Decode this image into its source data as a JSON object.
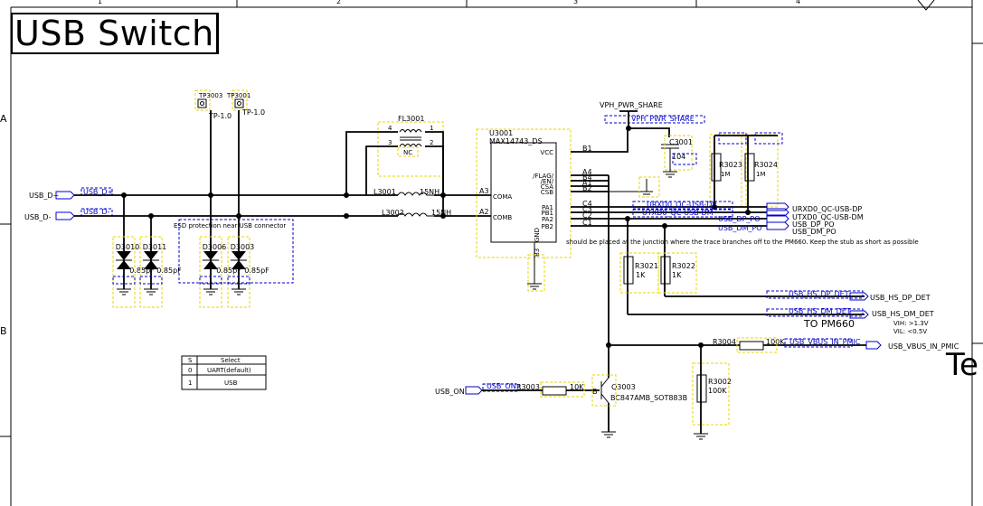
{
  "sheet": {
    "title": "USB Switch",
    "zone_numbers": [
      "1",
      "2",
      "3",
      "4"
    ],
    "zone_letters": [
      "A",
      "B"
    ],
    "title_block_fragment": "Te"
  },
  "test_points": [
    {
      "ref": "TP3003",
      "value": "TP-1.0"
    },
    {
      "ref": "TP3001",
      "value": "TP-1.0"
    }
  ],
  "filter": {
    "ref": "FL3001",
    "pins": [
      "4",
      "1",
      "3",
      "2"
    ],
    "nc_label": "NC"
  },
  "inductors": [
    {
      "ref": "L3001",
      "value": "15NH"
    },
    {
      "ref": "L3002",
      "value": "15NH"
    }
  ],
  "esd_note": "ESD protection near USB connector",
  "esd_diodes": [
    {
      "ref": "D3010",
      "value": "0.85pF"
    },
    {
      "ref": "D3011",
      "value": "0.85pF"
    },
    {
      "ref": "D3006",
      "value": "0.85pF"
    },
    {
      "ref": "D3003",
      "value": "0.85pF"
    }
  ],
  "inputs": [
    {
      "net": "USB_D+",
      "wire_label": "USB_D+"
    },
    {
      "net": "USB_D-",
      "wire_label": "USB_D-"
    }
  ],
  "switch_ic": {
    "ref": "U3001",
    "part": "MAX14743_DS",
    "left_pins": [
      {
        "num": "A3",
        "name": "COMA"
      },
      {
        "num": "A2",
        "name": "COMB"
      }
    ],
    "right_pins": [
      {
        "num": "B1",
        "name": "VCC"
      },
      {
        "num": "A4",
        "name": "/FLAG/"
      },
      {
        "num": "B4",
        "name": "/EN/"
      },
      {
        "num": "A1",
        "name": "CSA"
      },
      {
        "num": "B2",
        "name": "CSB"
      },
      {
        "num": "C4",
        "name": "PA1"
      },
      {
        "num": "C3",
        "name": "PB1"
      },
      {
        "num": "C2",
        "name": "PA2"
      },
      {
        "num": "C1",
        "name": "PB2"
      }
    ],
    "gnd_pin": {
      "num": "B3",
      "name": "GND"
    }
  },
  "power": {
    "net": "VPH_PWR_SHARE",
    "wire_label": "VPH_PWR_SHARE"
  },
  "capacitor": {
    "ref": "C3001",
    "value": "104"
  },
  "resistors": [
    {
      "ref": "R3023",
      "value": "1M"
    },
    {
      "ref": "R3024",
      "value": "1M"
    },
    {
      "ref": "R3021",
      "value": "1K"
    },
    {
      "ref": "R3022",
      "value": "1K"
    },
    {
      "ref": "R3004",
      "value": "100K"
    },
    {
      "ref": "R3002",
      "value": "100K"
    },
    {
      "ref": "R3003",
      "value": "10K"
    }
  ],
  "outputs": [
    {
      "net": "URXD0_QC-USB-DP",
      "wire_label": "URXD0_QC-USB-DP"
    },
    {
      "net": "UTXD0_QC-USB-DM",
      "wire_label": "UTXD0_QC-USB-DM"
    },
    {
      "net": "USB_DP_PO",
      "wire_label": "USB_DP_PO"
    },
    {
      "net": "USB_DM_PO",
      "wire_label": "USB_DM_PO"
    },
    {
      "net": "USB_HS_DP_DET",
      "wire_label": "USB_HS_DP_DET"
    },
    {
      "net": "USB_HS_DM_DET",
      "wire_label": "USB_HS_DM_DET"
    },
    {
      "net": "USB_VBUS_IN_PMIC",
      "wire_label": "USB_VBUS_IN_PMIC"
    }
  ],
  "stub_note": "should be placed at the junction where the trace branches off to the PM660. Keep the stub as short as possible",
  "pm660_label": "TO PM660",
  "thresholds": [
    "VIH: >1.3V",
    "VIL: <0.5V"
  ],
  "control": {
    "net": "USB_ON",
    "wire_label": "USB_ON"
  },
  "transistor": {
    "ref": "Q3003",
    "part": "BC847AMB_SOT883B",
    "base_pin": "B"
  },
  "select_table": {
    "headers": [
      "S",
      "Select"
    ],
    "rows": [
      [
        "0",
        "UART(default)"
      ],
      [
        "1",
        "USB"
      ]
    ]
  }
}
